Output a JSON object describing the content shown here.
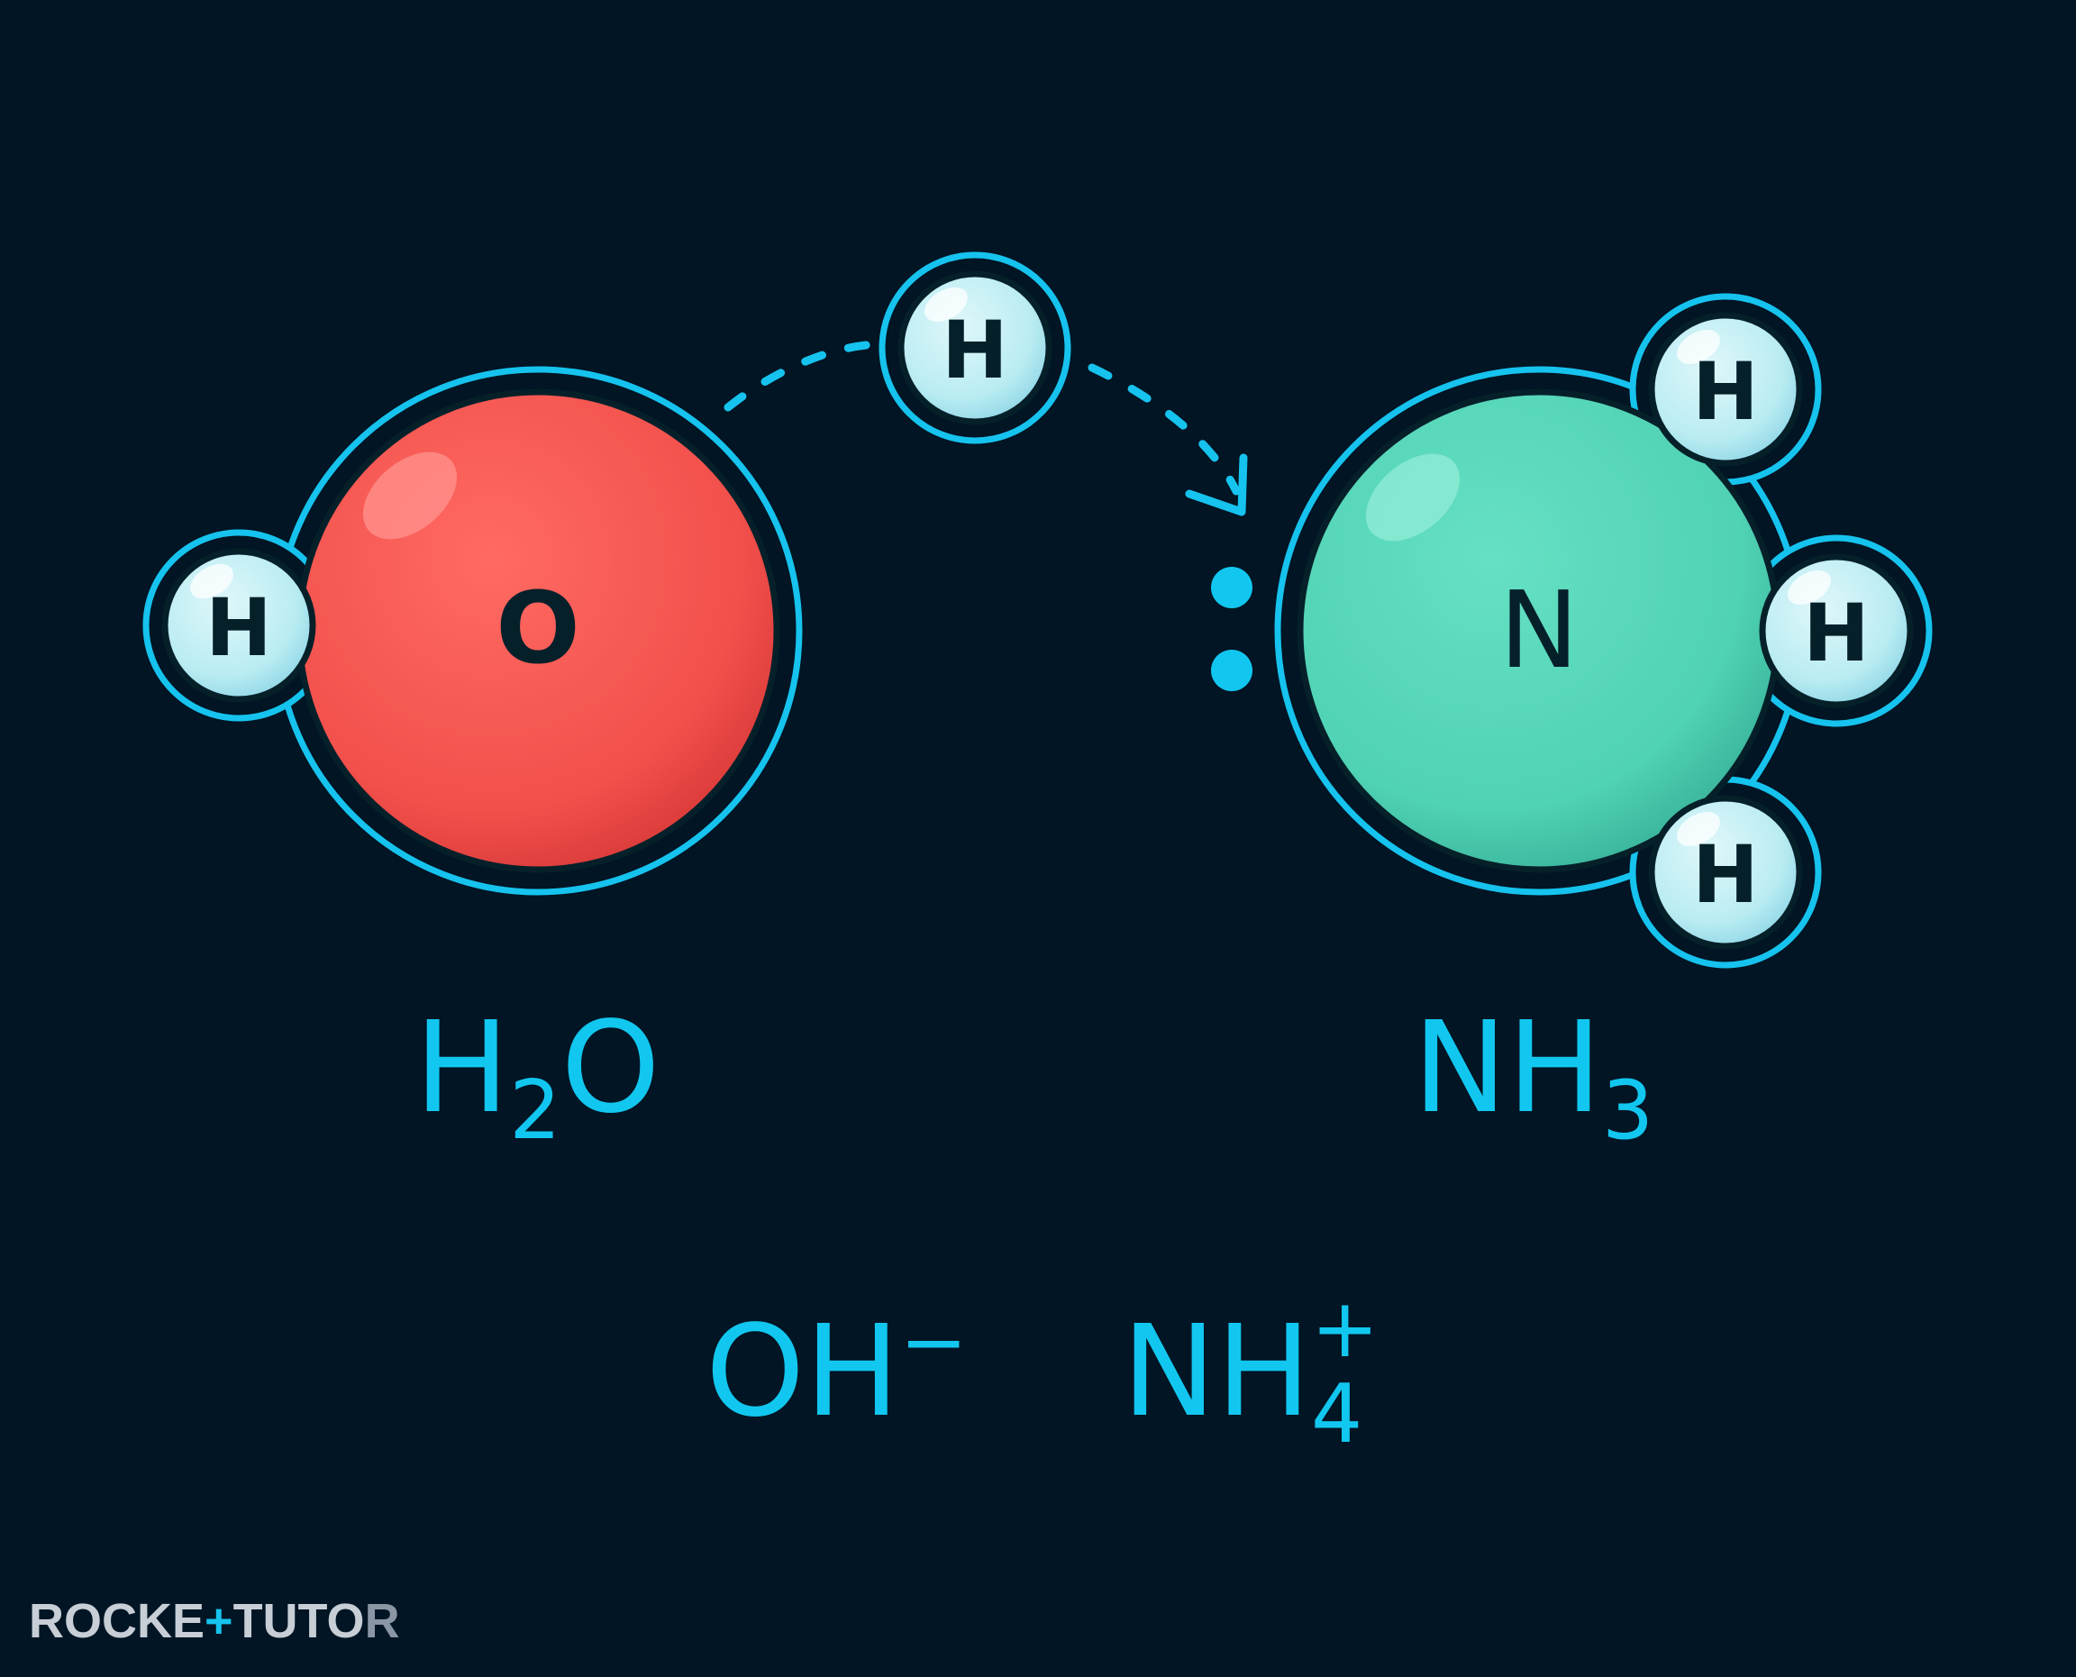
{
  "colors": {
    "background": "#011524",
    "outline": "#16c3ee",
    "oxygen": "#f4504c",
    "nitrogen": "#4fd6b7",
    "hydrogen": "#b9ecf2",
    "formula": "#12c7ef",
    "logo": "#c7ced6"
  },
  "atoms": {
    "water_oxygen": "O",
    "water_hydrogen": "H",
    "transfer_hydrogen": "H",
    "ammonia_nitrogen": "N",
    "ammonia_hydrogen_top": "H",
    "ammonia_hydrogen_right": "H",
    "ammonia_hydrogen_bottom": "H"
  },
  "formulas": {
    "water": {
      "base": "H",
      "sub": "2",
      "tail": "O"
    },
    "ammonia": {
      "base": "NH",
      "sub": "3"
    },
    "hydroxide": {
      "base": "OH",
      "charge": "−"
    },
    "ammonium": {
      "base": "NH",
      "sub": "4",
      "charge": "+"
    }
  },
  "logo": {
    "part1": "ROCKE",
    "part2": "TUTO",
    "part3": "R"
  },
  "icons": {
    "arrow": "dashed-curved-arrow",
    "lone_pair": "lone-pair-dots"
  }
}
